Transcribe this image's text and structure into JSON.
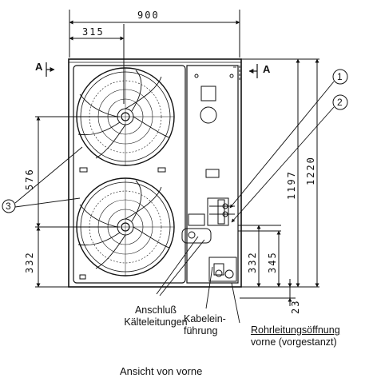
{
  "dimensions": {
    "overall_width": "900",
    "fan_center_offset": "315",
    "fan_spacing": "576",
    "lower_fan_height": "332",
    "conn_height_a": "332",
    "conn_height_b": "345",
    "body_height": "1197",
    "total_height": "1220",
    "foot_height": "23"
  },
  "section_marks": {
    "left": "A",
    "right": "A"
  },
  "callouts": {
    "one": "1",
    "two": "2",
    "three": "3"
  },
  "labels": {
    "refrigerant_line_1": "Anschluß",
    "refrigerant_line_2": "Kälteleitungen",
    "cable_entry_1": "Kabelein-",
    "cable_entry_2": "führung",
    "pipe_opening_1": "Rohrleitungsöffnung",
    "pipe_opening_2": "vorne (vorgestanzt)"
  },
  "caption": "Ansicht von vorne"
}
